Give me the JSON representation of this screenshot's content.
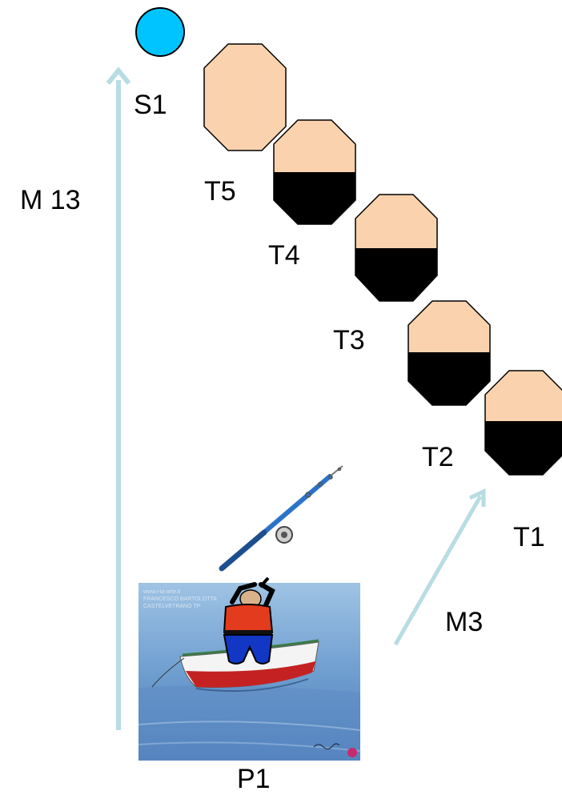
{
  "labels": {
    "s1": "S1",
    "m13": "M 13",
    "t5": "T5",
    "t4": "T4",
    "t3": "T3",
    "t2": "T2",
    "t1": "T1",
    "m3": "M3",
    "p1": "P1"
  },
  "painting_text": {
    "line1": "www.i-ta-arte.it",
    "line2": "FRANCESCO BARTOLOTTA",
    "line3": "CASTELVETRANO TP"
  },
  "colors": {
    "arrow": "#b7dde2",
    "source_dot": "#00c4ff",
    "skin": "#fad3ae",
    "fill_dark": "#000000",
    "outline": "#000000",
    "rod": "#2a73c9",
    "shirt": "#e33b1d",
    "pants": "#1237c4"
  },
  "icons": {
    "source": "cyan-circle-icon",
    "targets": "octagon-icon",
    "person": "fisherman-icon",
    "rod": "fishing-rod-icon",
    "painting": "boat-painting-icon"
  },
  "fill_levels": {
    "t5": 0,
    "t4": 0.5,
    "t3": 0.5,
    "t2": 0.5,
    "t1": 0.5
  }
}
